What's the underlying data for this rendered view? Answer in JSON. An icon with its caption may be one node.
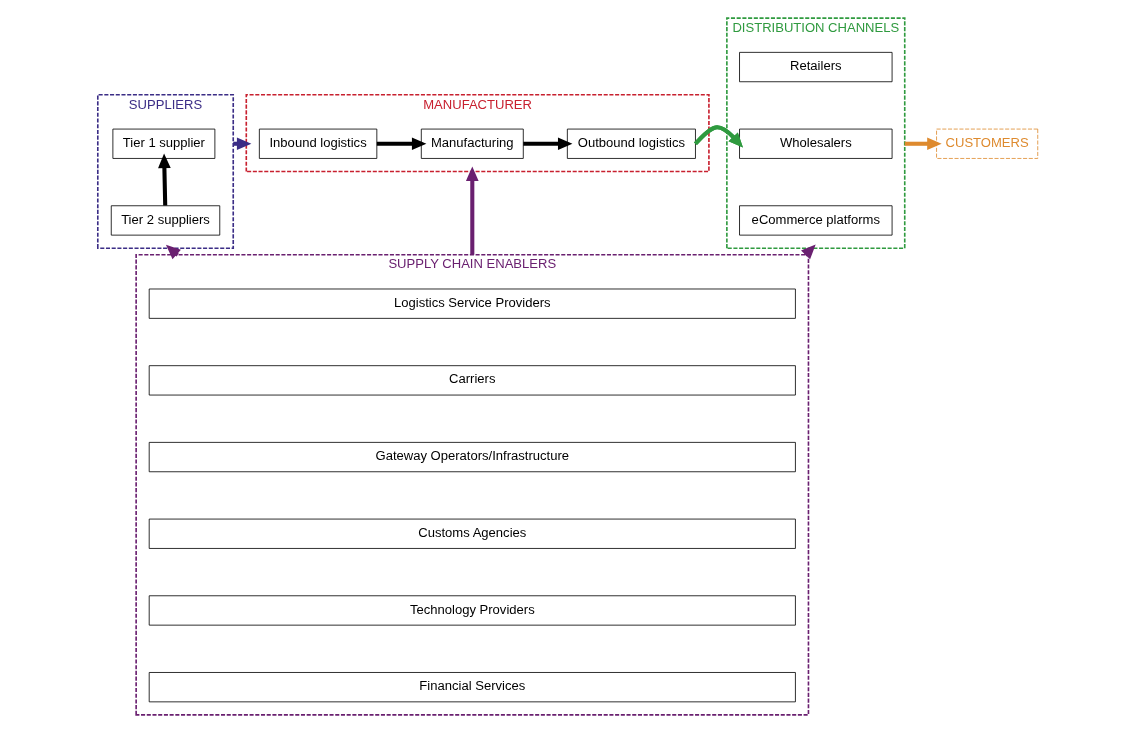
{
  "diagram": {
    "nodes": [
      {
        "text": [
          "SUPPLIERS"
        ]
      },
      {
        "text": [
          "Tier 1 supplier"
        ],
        "in": 0
      },
      {
        "text": [
          "Tier 2 suppliers"
        ],
        "in": 0
      },
      {
        "text": [
          "MANUFACTURER"
        ]
      },
      {
        "text": [
          "Inbound logistics"
        ],
        "in": 3
      },
      {
        "text": [
          "Manufacturing"
        ],
        "in": 3
      },
      {
        "text": [
          "Outbound logistics"
        ],
        "in": 3
      },
      {
        "text": [
          "DISTRIBUTION CHANNELS"
        ]
      },
      {
        "text": [
          "Retailers"
        ],
        "in": 7
      },
      {
        "text": [
          "Wholesalers"
        ],
        "in": 7
      },
      {
        "text": [
          "eCommerce platforms"
        ],
        "in": 7
      },
      {
        "text": [
          "CUSTOMERS"
        ]
      },
      {
        "text": [
          "SUPPLY CHAIN ENABLERS"
        ]
      },
      {
        "text": [
          "Logistics Service Providers"
        ],
        "in": 12
      },
      {
        "text": [
          "Carriers"
        ],
        "in": 12
      },
      {
        "text": [
          "Gateway Operators/Infrastructure"
        ],
        "in": 12
      },
      {
        "text": [
          "Customs Agencies"
        ],
        "in": 12
      },
      {
        "text": [
          "Technology Providers"
        ],
        "in": 12
      },
      {
        "text": [
          "Financial Services"
        ],
        "in": 12
      }
    ],
    "edges": [
      {
        "from": 2,
        "to": 1,
        "arrow": "to"
      },
      {
        "from": 0,
        "to": 3,
        "arrow": "to",
        "color": "#3b2d86"
      },
      {
        "from": 4,
        "to": 5,
        "arrow": "to"
      },
      {
        "from": 5,
        "to": 6,
        "arrow": "to"
      },
      {
        "from": 3,
        "to": 7,
        "arrow": "to",
        "color": "#2f9a3f"
      },
      {
        "from": 7,
        "to": 11,
        "arrow": "to",
        "color": "#de8a2e"
      },
      {
        "from": 12,
        "to": 0,
        "arrow": "to",
        "color": "#6a2070"
      },
      {
        "from": 12,
        "to": 3,
        "arrow": "to",
        "color": "#6a2070"
      },
      {
        "from": 12,
        "to": 7,
        "arrow": "to",
        "color": "#6a2070"
      }
    ]
  }
}
